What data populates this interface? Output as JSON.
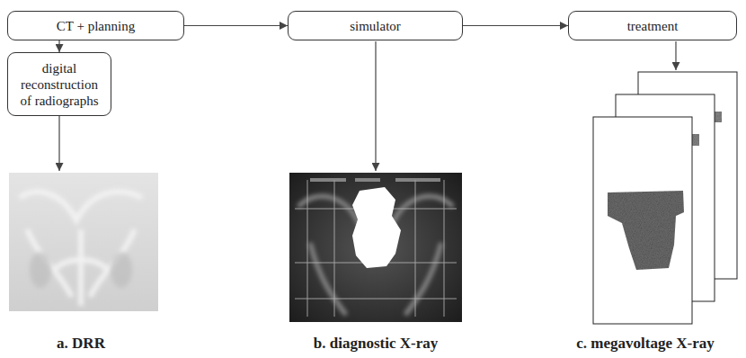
{
  "diagram": {
    "nodes": [
      {
        "text": [
          "CT + planning"
        ]
      },
      {
        "text": [
          "simulator"
        ]
      },
      {
        "text": [
          "treatment"
        ]
      },
      {
        "text": [
          "digital reconstruction of radiographs"
        ]
      }
    ],
    "edges": [
      {
        "from": 0,
        "to": 1,
        "arrow": "to"
      },
      {
        "from": 1,
        "to": 2,
        "arrow": "to"
      },
      {
        "from": 0,
        "to": 3,
        "arrow": "to"
      }
    ],
    "labels": [
      "a. DRR",
      "b. diagnostic X-ray",
      "c. megavoltage X-ray"
    ]
  }
}
